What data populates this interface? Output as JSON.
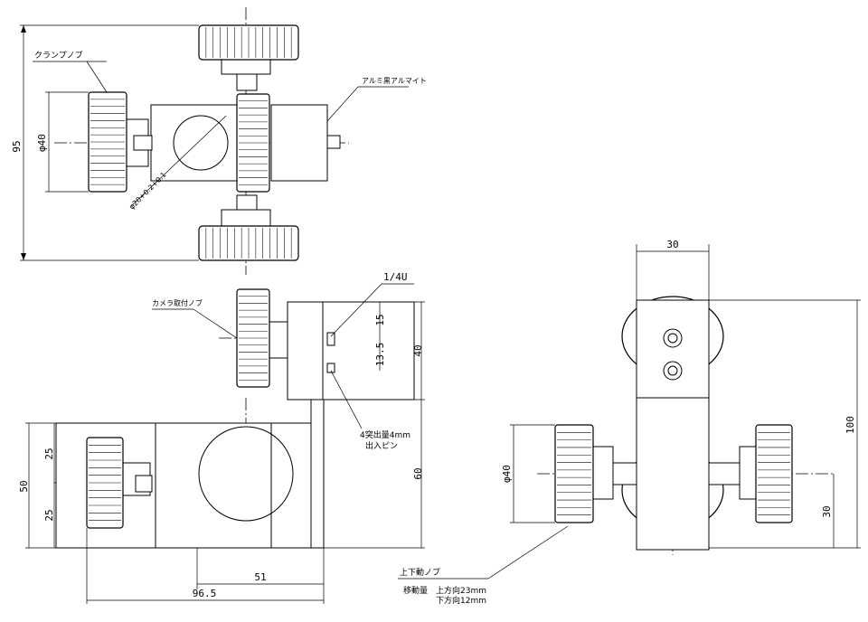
{
  "labels": {
    "clamp_knob": "クランプノブ",
    "aluminum": "アルミ黒アルマイト",
    "cam_knob": "カメラ取付ノブ",
    "thread": "1/4U",
    "pin_top": "4突出量4mm",
    "pin_bottom": "出入ピン",
    "vknob": "上下動ノブ",
    "travel_title": "移動量",
    "travel_up": "上方向23mm",
    "travel_down": "下方向12mm",
    "hole": "φ20+0.2+0.1"
  },
  "dims": {
    "d95": "95",
    "d40_top": "φ40",
    "d15": "15",
    "d13_5": "13.5",
    "d40_mid": "40",
    "d60": "60",
    "d25a": "25",
    "d25b": "25",
    "d50": "50",
    "d51": "51",
    "d96_5": "96.5",
    "d30_top": "30",
    "d100": "100",
    "d40_right": "φ40",
    "d30_right": "30"
  }
}
